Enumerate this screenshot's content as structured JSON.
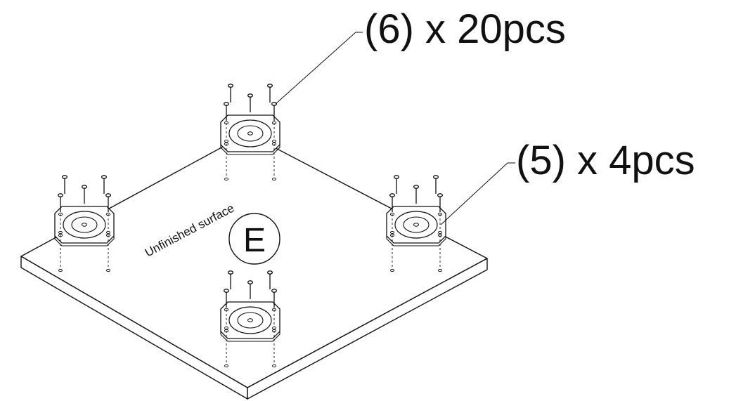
{
  "callouts": [
    {
      "id": "6",
      "text": "(6) x 20pcs"
    },
    {
      "id": "5",
      "text": "(5) x 4pcs"
    }
  ],
  "panel": {
    "surface_label": "Unfinished surface",
    "part_letter": "E"
  },
  "mounting_plates": [
    {
      "name": "plate-back"
    },
    {
      "name": "plate-left"
    },
    {
      "name": "plate-right"
    },
    {
      "name": "plate-front"
    }
  ],
  "colors": {
    "line": "#111111",
    "paper": "#ffffff",
    "face": "#f7f7f7"
  }
}
